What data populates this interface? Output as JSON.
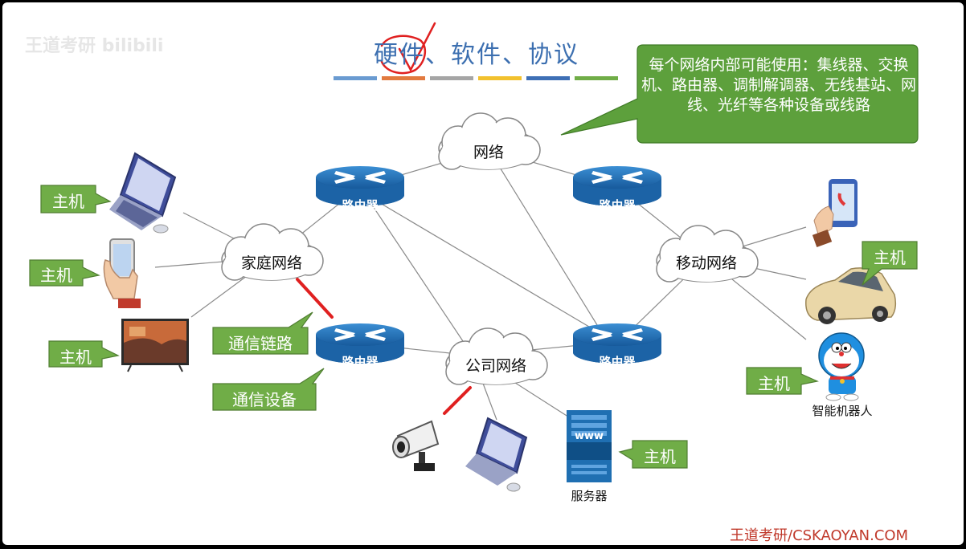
{
  "title": "硬件、软件、协议",
  "watermark": "王道考研 bilibili",
  "title_bar_colors": [
    "#6a9bd1",
    "#e27a3f",
    "#a5a5a5",
    "#f2c12e",
    "#3e6fb5",
    "#70ad47"
  ],
  "callout": "每个网络内部可能使用：集线器、交换机、路由器、调制解调器、无线基站、网线、光纤等各种设备或线路",
  "clouds": {
    "top": "网络",
    "home": "家庭网络",
    "company": "公司网络",
    "mobile": "移动网络"
  },
  "router_label": "路由器",
  "host_label": "主机",
  "link_label": "通信链路",
  "device_label": "通信设备",
  "server_label": "服务器",
  "server_sign": "www",
  "robot_label": "智能机器人",
  "footer": "王道考研/CSKAOYAN.COM",
  "colors": {
    "label_green": "#70ad47",
    "label_border": "#507e32",
    "callout_green": "#5da03c",
    "router_blue": "#1f6fb2",
    "accent_red": "#e02020"
  },
  "icons": [
    "laptop-icon",
    "phone-in-hand-icon",
    "tv-icon",
    "router-icon",
    "cloud-icon",
    "camera-icon",
    "server-icon",
    "smartphone-hand-icon",
    "car-icon",
    "robot-icon"
  ]
}
